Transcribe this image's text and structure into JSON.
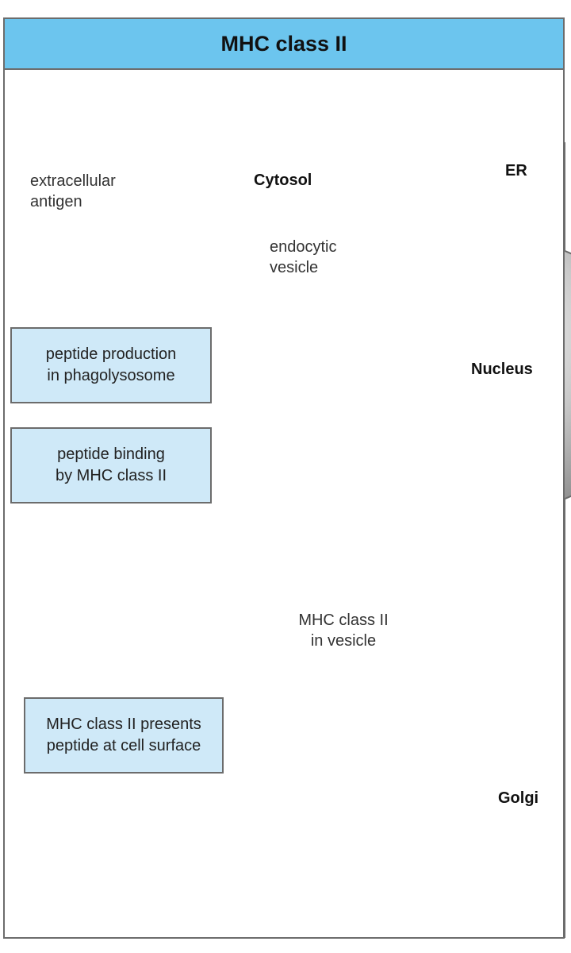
{
  "title": "MHC class II",
  "labels": {
    "cytosol": "Cytosol",
    "er": "ER",
    "nucleus": "Nucleus",
    "golgi": "Golgi",
    "extracellular_antigen": "extracellular\nantigen",
    "endocytic_vesicle": "endocytic\nvesicle",
    "mhc_in_vesicle": "MHC class II\nin vesicle"
  },
  "steps": {
    "peptide_production": "peptide production\nin phagolysosome",
    "peptide_binding": "peptide binding\nby MHC class II",
    "presentation": "MHC class II presents\npeptide at cell surface"
  },
  "colors": {
    "title_bar": "#6cc5ee",
    "label_box": "#cfe9f8",
    "cell": "#dcdcdc",
    "antigen": "#d42a2a",
    "mhc": "#f3e03e"
  }
}
